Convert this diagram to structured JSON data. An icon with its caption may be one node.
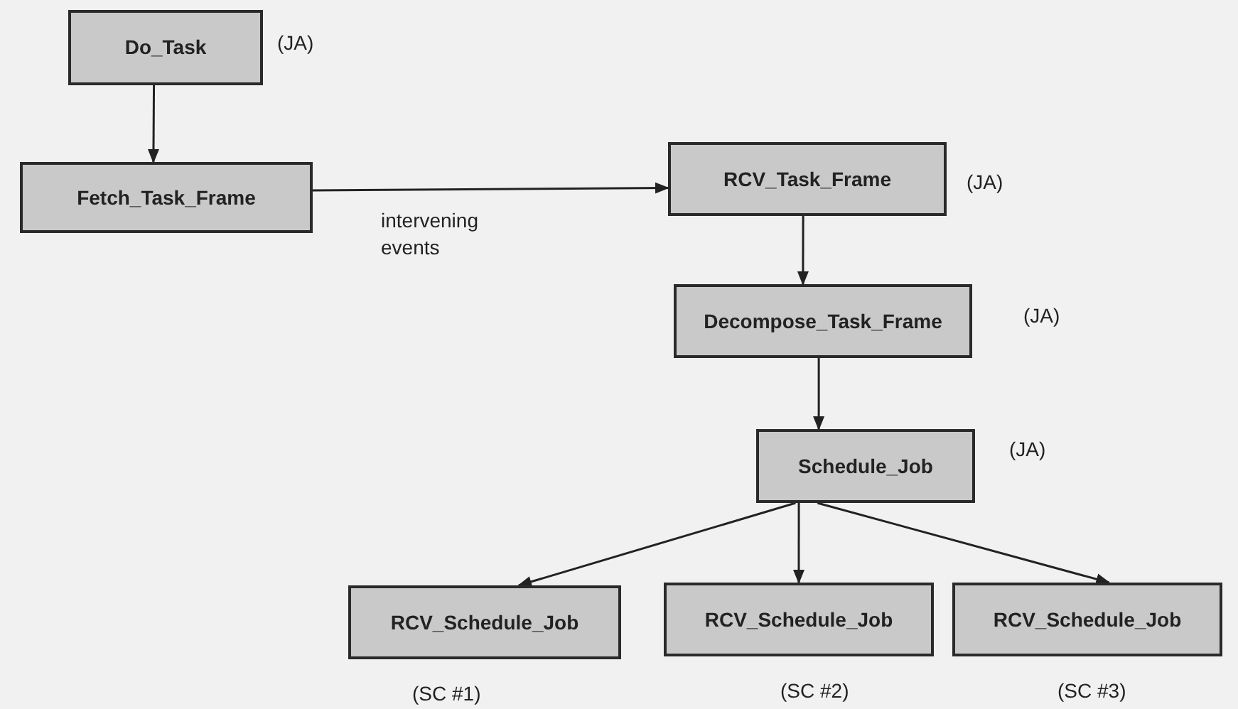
{
  "diagram": {
    "nodes": [
      {
        "text": [
          "Do_Task"
        ],
        "beside": [
          "(JA)"
        ]
      },
      {
        "text": [
          "Fetch_Task_Frame"
        ]
      },
      {
        "text": [
          "RCV_Task_Frame"
        ],
        "beside": [
          "(JA)"
        ]
      },
      {
        "text": [
          "Decompose_Task_Frame"
        ],
        "beside": [
          "(JA)"
        ]
      },
      {
        "text": [
          "Schedule_Job"
        ],
        "beside": [
          "(JA)"
        ]
      },
      {
        "text": [
          "RCV_Schedule_Job"
        ],
        "beside": [
          "(SC #1)"
        ]
      },
      {
        "text": [
          "RCV_Schedule_Job"
        ],
        "beside": [
          "(SC #2)"
        ]
      },
      {
        "text": [
          "RCV_Schedule_Job"
        ],
        "beside": [
          "(SC #3)"
        ]
      }
    ],
    "edges": [
      {
        "from": 0,
        "to": 1,
        "arrow": "to"
      },
      {
        "from": 1,
        "to": 2,
        "arrow": "to",
        "label": "intervening events"
      },
      {
        "from": 2,
        "to": 3,
        "arrow": "to"
      },
      {
        "from": 3,
        "to": 4,
        "arrow": "to"
      },
      {
        "from": 4,
        "to": 5,
        "arrow": "to"
      },
      {
        "from": 4,
        "to": 6,
        "arrow": "to"
      },
      {
        "from": 4,
        "to": 7,
        "arrow": "to"
      }
    ]
  }
}
